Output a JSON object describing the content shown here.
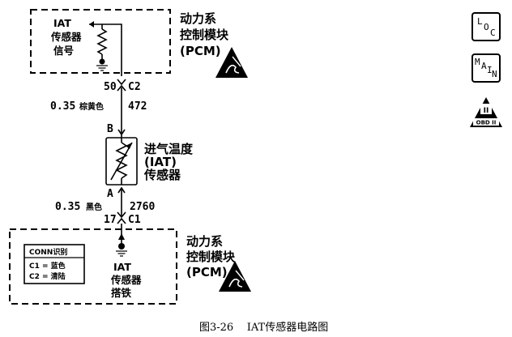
{
  "pcm_top": {
    "sensor_label": [
      "IAT",
      "传感器",
      "信号"
    ],
    "module_label": [
      "动力系",
      "控制模块",
      "(PCM)"
    ]
  },
  "connector_c2": {
    "pin": "50",
    "name": "C2"
  },
  "wire_upper": {
    "gauge": "0.35",
    "color": "棕黄色",
    "circuit": "472"
  },
  "sensor": {
    "terminal_top": "B",
    "terminal_bottom": "A",
    "label": [
      "进气温度",
      "(IAT)",
      "传感器"
    ]
  },
  "wire_lower": {
    "gauge": "0.35",
    "color": "黑色",
    "circuit": "2760"
  },
  "connector_c1": {
    "pin": "17",
    "name": "C1"
  },
  "pcm_bottom": {
    "conn_title": "CONN识别",
    "conn_rows": [
      "C1 = 蓝色",
      "C2 = 清陆"
    ],
    "ground_label": [
      "IAT",
      "传感器",
      "搭铁"
    ],
    "module_label": [
      "动力系",
      "控制模块",
      "(PCM)"
    ]
  },
  "badges": {
    "loc": [
      "L",
      "O",
      "C"
    ],
    "main": [
      "M",
      "A",
      "I",
      "N"
    ],
    "obd": {
      "roman": "II",
      "text": "OBD II"
    }
  },
  "caption": "图3-26    IAT传感器电路图"
}
